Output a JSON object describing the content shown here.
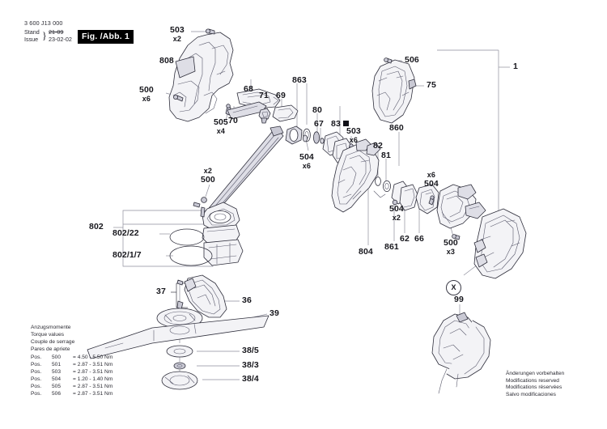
{
  "header": {
    "part_number": "3 600 J13 000",
    "row1_label": "Stand",
    "row2_label": "Issue",
    "row1_value": "21-09",
    "row2_value": "23-02-02",
    "figure_badge": "Fig. /Abb. 1"
  },
  "torque": {
    "titles": [
      "Anzugsmomente",
      "Torque values",
      "Couple de serrage",
      "Pares de apriete"
    ],
    "pos_label": "Pos.",
    "rows": [
      {
        "pos": "500",
        "eq": "=",
        "value": "4.50 - 5.50 Nm"
      },
      {
        "pos": "501",
        "eq": "=",
        "value": "2.87 - 3.51 Nm"
      },
      {
        "pos": "503",
        "eq": "=",
        "value": "2.87 - 3.51 Nm"
      },
      {
        "pos": "504",
        "eq": "=",
        "value": "1.20 - 1.40 Nm"
      },
      {
        "pos": "505",
        "eq": "=",
        "value": "2.87 - 3.51 Nm"
      },
      {
        "pos": "506",
        "eq": "=",
        "value": "2.87 - 3.51 Nm"
      }
    ]
  },
  "disclaimer": [
    "Änderungen vorbehalten",
    "Modifications reserved",
    "Modifications réservées",
    "Salvo modificaciones"
  ],
  "callouts": {
    "c503_top": {
      "num": "503",
      "qty": "x2"
    },
    "c808": {
      "num": "808"
    },
    "c500_left": {
      "num": "500",
      "qty": "x6"
    },
    "c505": {
      "num": "505",
      "qty": "x4"
    },
    "c68": {
      "num": "68"
    },
    "c70": {
      "num": "70"
    },
    "c71": {
      "num": "71"
    },
    "c69": {
      "num": "69"
    },
    "c863": {
      "num": "863"
    },
    "c80": {
      "num": "80"
    },
    "c67": {
      "num": "67"
    },
    "c83": {
      "num": "83"
    },
    "c503_mid": {
      "num": "503",
      "qty": "x6"
    },
    "c504_left": {
      "num": "504",
      "qty": "x6"
    },
    "c506": {
      "num": "506"
    },
    "c75": {
      "num": "75"
    },
    "c860": {
      "num": "860"
    },
    "c82": {
      "num": "82"
    },
    "c81": {
      "num": "81"
    },
    "c1": {
      "num": "1"
    },
    "c500_shaft": {
      "num": "500",
      "qty": "x2"
    },
    "c802": {
      "num": "802"
    },
    "c802_22": {
      "num": "802/22"
    },
    "c802_17": {
      "num": "802/1/7"
    },
    "c504_mid": {
      "num": "504",
      "qty": "x2"
    },
    "c504_right": {
      "num": "504",
      "qty": "x6"
    },
    "c62": {
      "num": "62"
    },
    "c66": {
      "num": "66"
    },
    "c804": {
      "num": "804"
    },
    "c861": {
      "num": "861"
    },
    "c500_right": {
      "num": "500",
      "qty": "x3"
    },
    "c99": {
      "num": "99"
    },
    "cX": {
      "num": "X"
    },
    "c37": {
      "num": "37"
    },
    "c36": {
      "num": "36"
    },
    "c39": {
      "num": "39"
    },
    "c38_5": {
      "num": "38/5"
    },
    "c38_3": {
      "num": "38/3"
    },
    "c38_4": {
      "num": "38/4"
    }
  }
}
